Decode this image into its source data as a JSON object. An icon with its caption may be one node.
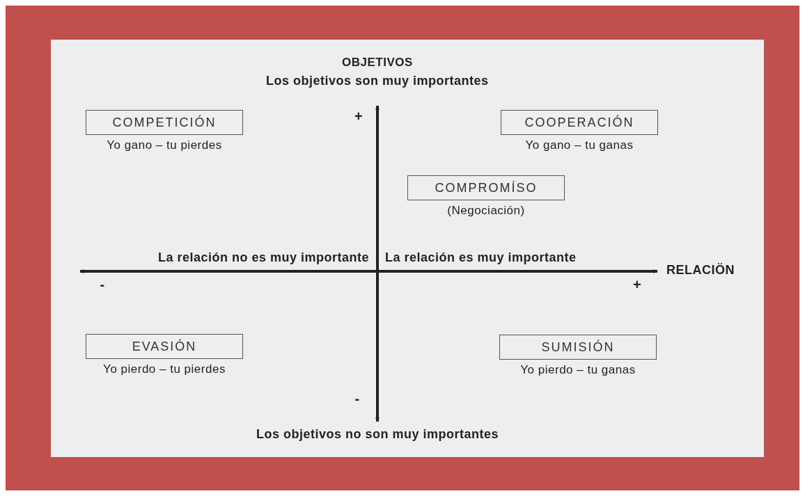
{
  "diagram": {
    "nodes": [
      {
        "text": [
          "COMPETICIÓN"
        ],
        "beside": [
          "Yo gano – tu pierdes"
        ]
      },
      {
        "text": [
          "COOPERACIÓN"
        ],
        "beside": [
          "Yo gano – tu ganas"
        ]
      },
      {
        "text": [
          "COMPROMÍSO"
        ],
        "beside": [
          "(Negociación)"
        ]
      },
      {
        "text": [
          "EVASIÓN"
        ],
        "beside": [
          "Yo pierdo – tu pierdes"
        ]
      },
      {
        "text": [
          "SUMISIÓN"
        ],
        "beside": [
          "Yo pierdo – tu ganas"
        ]
      }
    ],
    "edges": [],
    "labels": [
      "OBJETIVOS",
      "Los objetivos son muy importantes",
      "+",
      "La relación no es muy importante",
      "La relación es muy importante",
      "RELACIÖN",
      "-",
      "+",
      "-",
      "Los objetivos no son muy importantes"
    ]
  }
}
